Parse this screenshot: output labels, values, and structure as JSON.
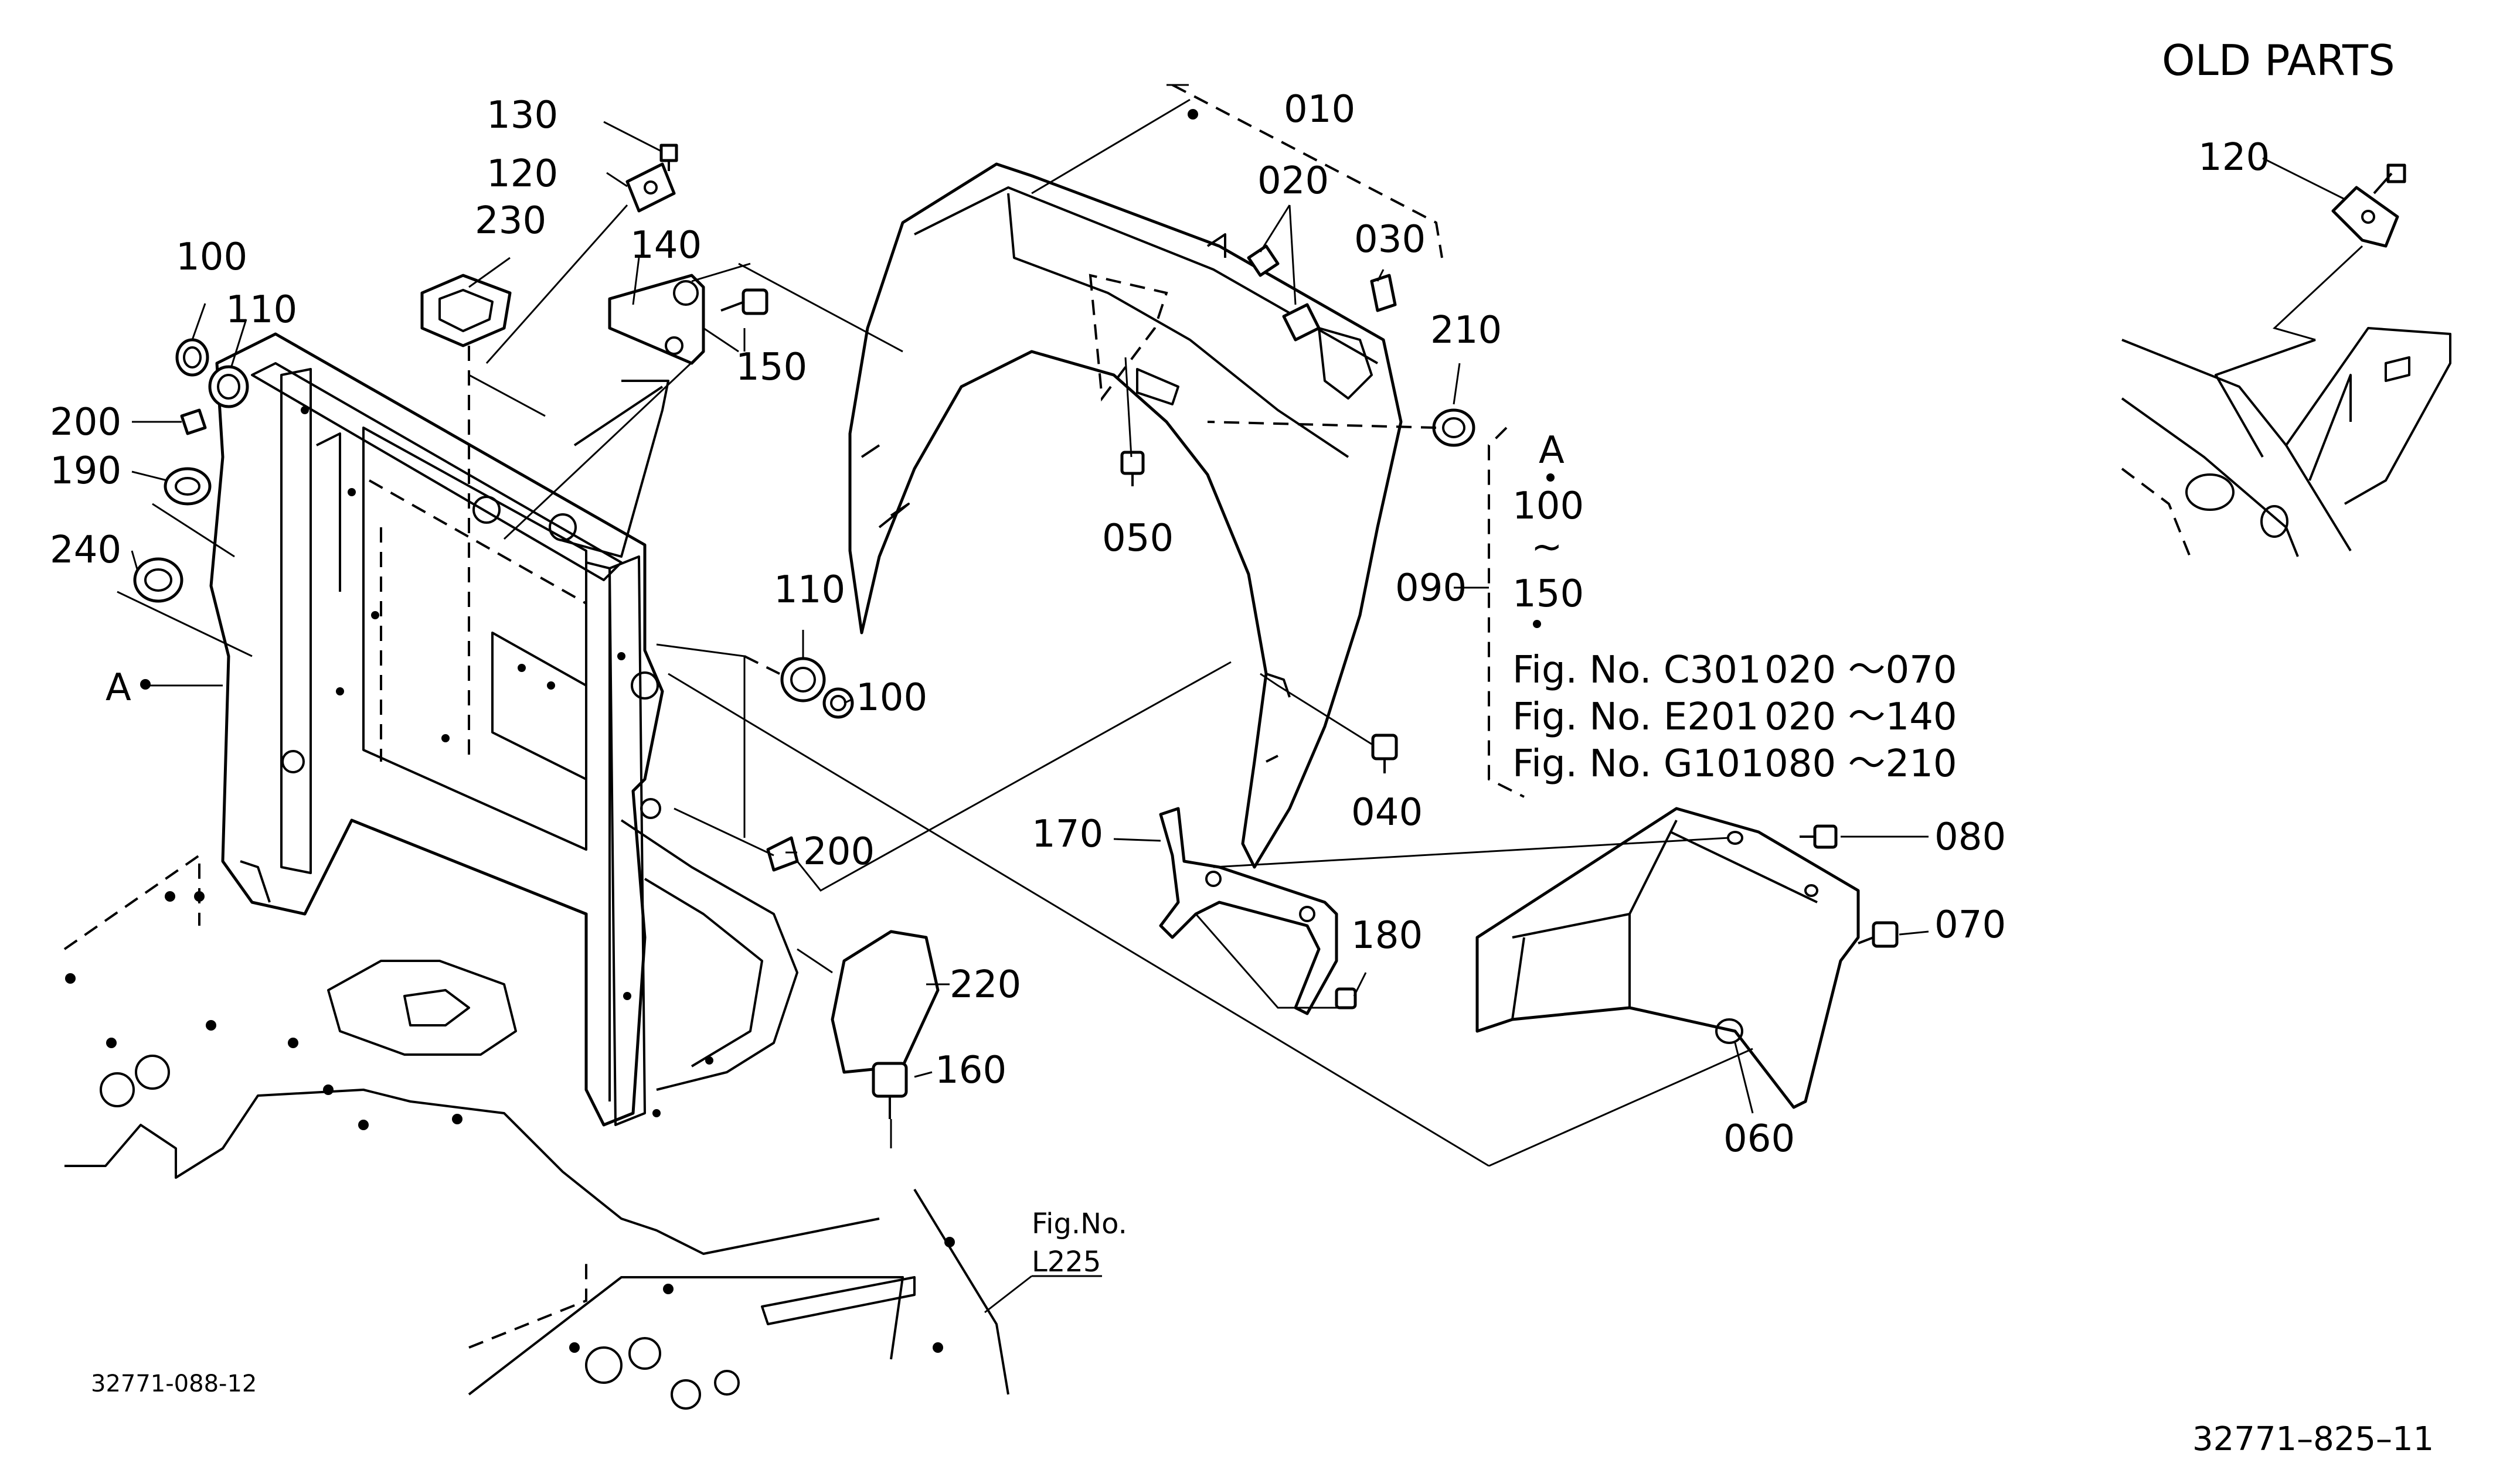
{
  "section_title": "OLD PARTS",
  "labels": {
    "p010": "010",
    "p020": "020",
    "p030": "030",
    "p040": "040",
    "p050": "050",
    "p060": "060",
    "p070": "070",
    "p080": "080",
    "p090": "090",
    "p100_left": "100",
    "p100_mid": "100",
    "p110_left": "110",
    "p110_mid": "110",
    "p120": "120",
    "p120_old": "120",
    "p130": "130",
    "p140": "140",
    "p150": "150",
    "p160": "160",
    "p170": "170",
    "p180": "180",
    "p190": "190",
    "p200_left": "200",
    "p200_mid": "200",
    "p210": "210",
    "p220": "220",
    "p230": "230",
    "p240": "240",
    "ref_a": "A"
  },
  "assembly_group": {
    "letter": "A",
    "range_start": "100",
    "tilde": "~",
    "range_end": "150"
  },
  "figure_refs": [
    {
      "fig": "Fig. No. C301",
      "range": "020 ～070"
    },
    {
      "fig": "Fig. No. E201",
      "range": "020 ～140"
    },
    {
      "fig": "Fig. No. G101",
      "range": "080 ～210"
    }
  ],
  "cross_ref": {
    "label": "Fig.No.",
    "fig": "L225"
  },
  "drawing_numbers": {
    "left": "32771-088-12",
    "right": "32771–825–11"
  }
}
